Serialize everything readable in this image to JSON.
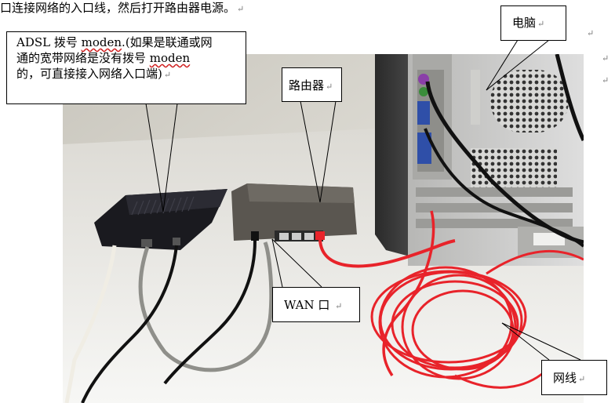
{
  "document": {
    "top_text": "口连接网络的入口线，然后打开路由器电源。",
    "paragraph_mark": "↵",
    "stray_marks": [
      "↵",
      "↵",
      "↵"
    ]
  },
  "callouts": {
    "adsl": {
      "line1_a": "ADSL 拨号 ",
      "line1_b": "moden",
      "line1_c": ".(如果是联通或网",
      "line2_a": "通的宽带网络是没有拨号  ",
      "line2_b": "moden",
      "line3": "的，可直接接入网络入口端)"
    },
    "router": "路由器",
    "computer": "电脑",
    "wan": "WAN 口 ",
    "cable": "网线"
  },
  "colors": {
    "cable_red": "#e8232a",
    "modem_black": "#1a1a1f",
    "router_gray": "#5a5650",
    "pc_dark": "#3a3a3a"
  }
}
